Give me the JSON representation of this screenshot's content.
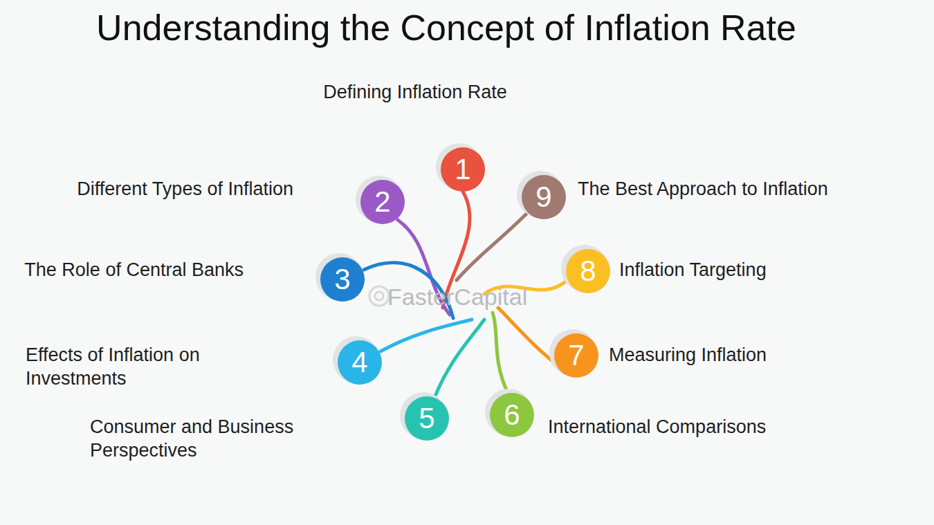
{
  "diagram": {
    "title": "Understanding the Concept of Inflation Rate",
    "nodes": [
      {
        "text": [
          "1",
          "Defining Inflation Rate"
        ]
      },
      {
        "text": [
          "2",
          "Different Types of Inflation"
        ]
      },
      {
        "text": [
          "3",
          "The Role of Central Banks"
        ]
      },
      {
        "text": [
          "4",
          "Effects of Inflation on Investments"
        ]
      },
      {
        "text": [
          "5",
          "Consumer and Business Perspectives"
        ]
      },
      {
        "text": [
          "6",
          "International Comparisons"
        ]
      },
      {
        "text": [
          "7",
          "Measuring Inflation"
        ]
      },
      {
        "text": [
          "8",
          "Inflation Targeting"
        ]
      },
      {
        "text": [
          "9",
          "The Best Approach to Inflation"
        ]
      }
    ],
    "labels": [
      "FasterCapital"
    ]
  }
}
